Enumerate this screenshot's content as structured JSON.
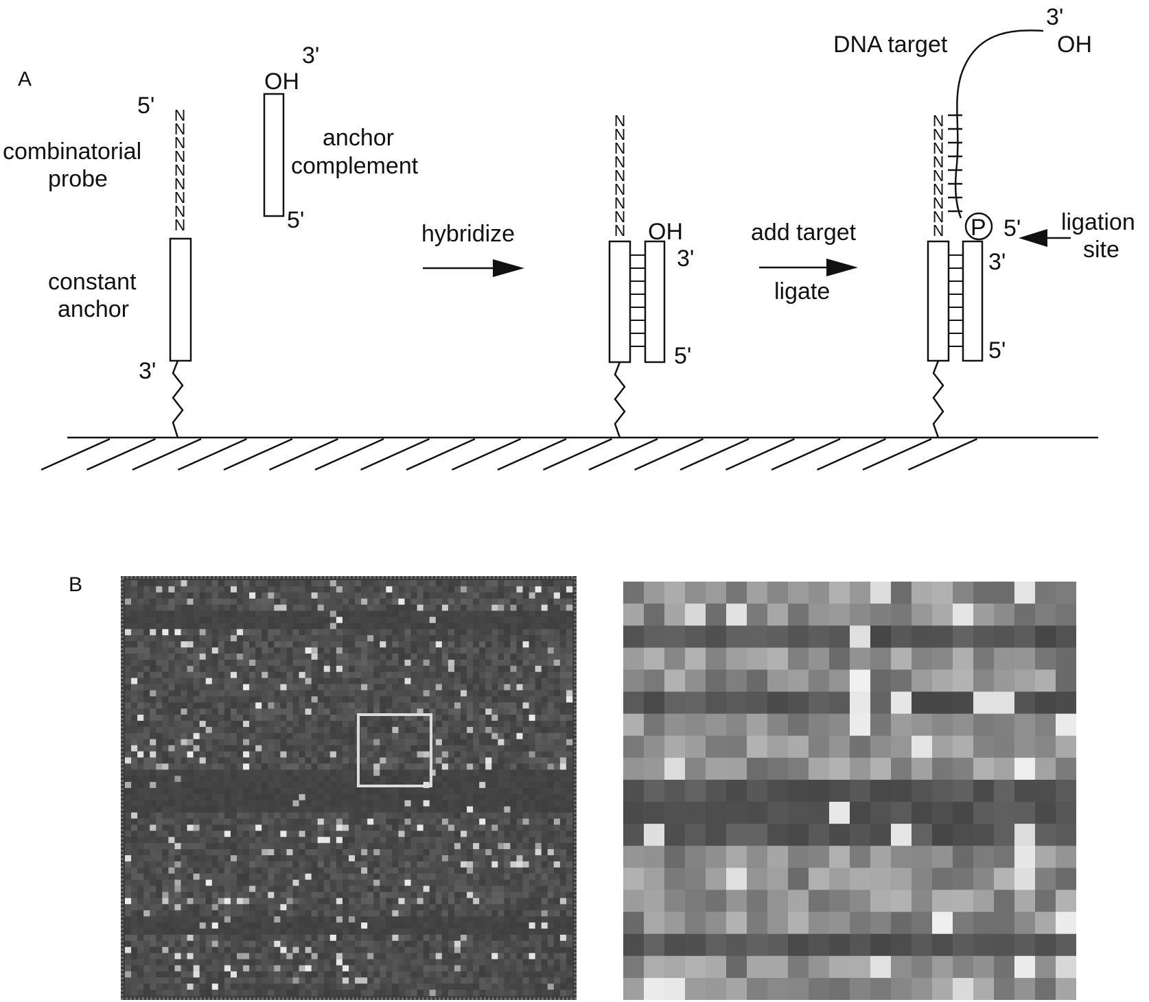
{
  "panels": {
    "a": "A",
    "b": "B"
  },
  "left_probe": {
    "prime_5": "5'",
    "n_chars": [
      "N",
      "N",
      "N",
      "N",
      "N",
      "N",
      "N",
      "N",
      "N"
    ],
    "combinatorial_line1": "combinatorial",
    "combinatorial_line2": "probe",
    "constant_line1": "constant",
    "constant_line2": "anchor",
    "prime_3": "3'"
  },
  "anchor_complement": {
    "prime_3": "3'",
    "oh": "OH",
    "label_line1": "anchor",
    "label_line2": "complement",
    "prime_5": "5'"
  },
  "step1": {
    "label": "hybridize"
  },
  "middle_probe": {
    "n_chars": [
      "N",
      "N",
      "N",
      "N",
      "N",
      "N",
      "N",
      "N",
      "N"
    ],
    "oh": "OH",
    "prime_3": "3'",
    "prime_5": "5'"
  },
  "step2": {
    "label_top": "add target",
    "label_bottom": "ligate"
  },
  "right_probe": {
    "target_label": "DNA target",
    "target_3": "3'",
    "target_oh": "OH",
    "n_chars": [
      "N",
      "N",
      "N",
      "N",
      "N",
      "N",
      "N",
      "N",
      "N"
    ],
    "phosphate": "P",
    "prime_5": "5'",
    "prime_3": "3'",
    "prime_5_bottom": "5'",
    "ligation_line1": "ligation",
    "ligation_line2": "site"
  },
  "colors": {
    "ink": "#111111",
    "array_dark": "#3f3f3f",
    "array_spot": "#e6e6e6",
    "zoom_highlight": "#dcdcdc"
  }
}
